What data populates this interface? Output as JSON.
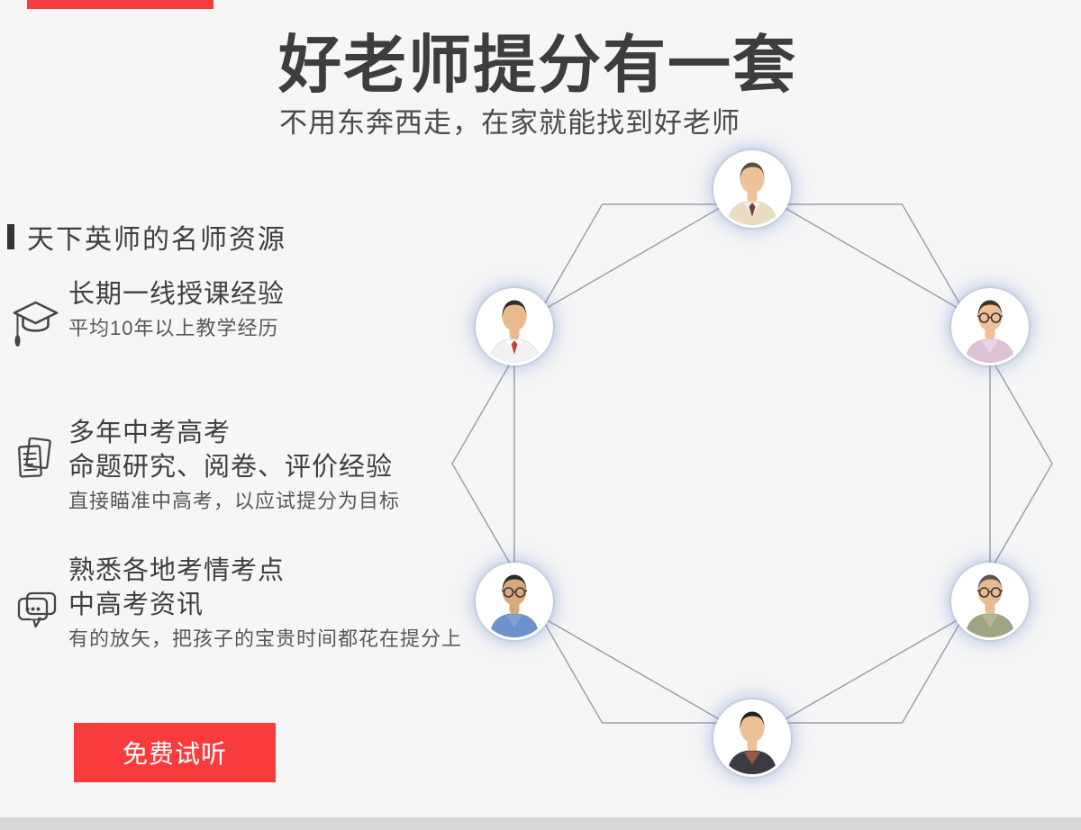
{
  "page": {
    "background": "#f6f6f7",
    "accent_red": "#f83b3d",
    "top_strip_color": "#f83b3c",
    "bottom_bar_color": "#d8d8d8"
  },
  "hero": {
    "title": "好老师提分有一套",
    "subtitle": "不用东奔西走，在家就能找到好老师"
  },
  "section": {
    "header": "天下英师的名师资源",
    "accent_bar_color": "#333333",
    "features": [
      {
        "icon": "graduation-cap-icon",
        "title_lines": [
          "长期一线授课经验"
        ],
        "description": "平均10年以上教学经历"
      },
      {
        "icon": "documents-icon",
        "title_lines": [
          "多年中考高考",
          "命题研究、阅卷、评价经验"
        ],
        "description": "直接瞄准中高考，以应试提分为目标"
      },
      {
        "icon": "chat-bubble-icon",
        "title_lines": [
          "熟悉各地考情考点",
          "中高考资讯"
        ],
        "description": "有的放矢，把孩子的宝贵时间都花在提分上"
      }
    ],
    "cta_label": "免费试听"
  },
  "diagram": {
    "line_color": "#9aa0ac",
    "glow_color": "rgba(127,156,214,0.5)",
    "teachers": [
      {
        "id": "teacher-top",
        "photo": "elderly man, beige shirt, dark striped tie",
        "skin": "#eec39a",
        "hair": "#554a40",
        "shirt": "#eadcc0",
        "inner": "#f6efe0",
        "tie": "#6d4348",
        "glasses": false
      },
      {
        "id": "teacher-upper-right",
        "photo": "man with glasses, pink polo shirt",
        "skin": "#eec09a",
        "hair": "#3d342e",
        "shirt": "#ddc2d6",
        "inner": "#e9d5e3",
        "tie": null,
        "glasses": true
      },
      {
        "id": "teacher-lower-right",
        "photo": "man with glasses, olive green jacket",
        "skin": "#e7bb92",
        "hair": "#5c564c",
        "shirt": "#9fa582",
        "inner": "#b4b896",
        "tie": null,
        "glasses": true
      },
      {
        "id": "teacher-bottom",
        "photo": "younger man, dark suit, plaid shirt",
        "skin": "#edc096",
        "hair": "#23201e",
        "shirt": "#3b3b41",
        "inner": "#9c5847",
        "tie": null,
        "glasses": false
      },
      {
        "id": "teacher-lower-left",
        "photo": "man with glasses, blue shirt",
        "skin": "#d9a97e",
        "hair": "#2e2a26",
        "shirt": "#6c92cb",
        "inner": "#7fa2d6",
        "tie": null,
        "glasses": true
      },
      {
        "id": "teacher-upper-left",
        "photo": "smiling man, white shirt",
        "skin": "#eaba8e",
        "hair": "#302b27",
        "shirt": "#f2f2f4",
        "inner": "#ffffff",
        "tie": "#c5463f",
        "glasses": false
      }
    ]
  }
}
